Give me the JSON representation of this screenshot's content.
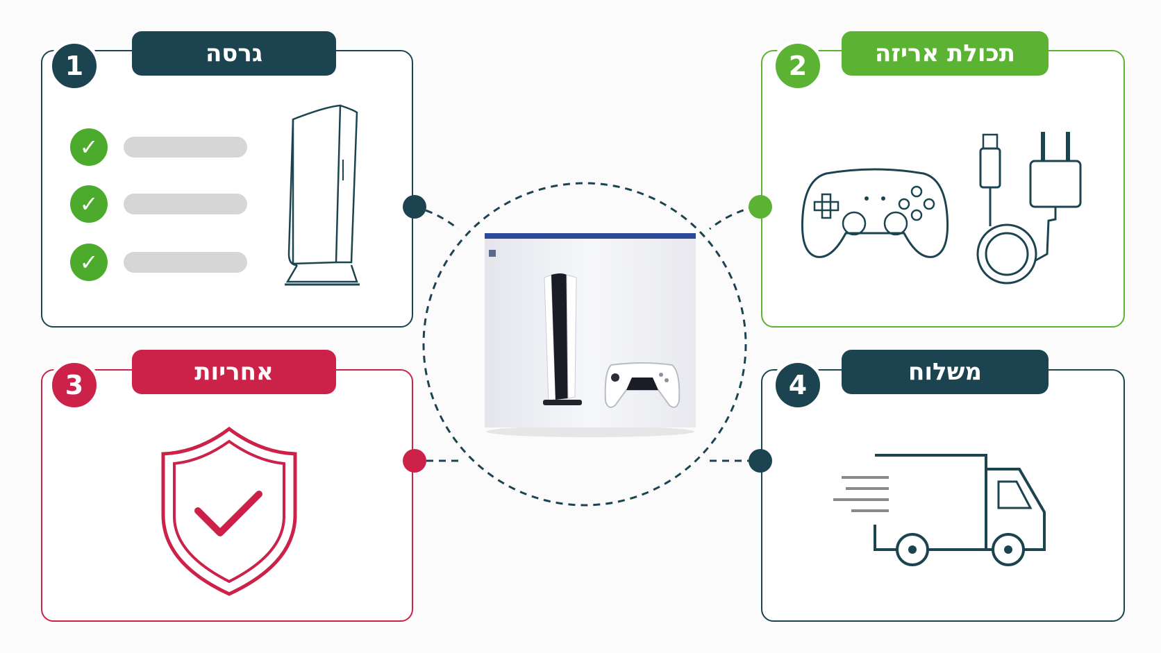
{
  "colors": {
    "dark": "#1c4450",
    "green": "#5bb233",
    "red": "#cc2249",
    "check_green": "#4caa2c"
  },
  "sections": [
    {
      "number": "1",
      "title": "גרסה",
      "color": "dark",
      "icon": "console-icon"
    },
    {
      "number": "2",
      "title": "תכולת אריזה",
      "color": "green",
      "icon": "controller-and-charger-icon"
    },
    {
      "number": "3",
      "title": "אחריות",
      "color": "red",
      "icon": "shield-check-icon"
    },
    {
      "number": "4",
      "title": "משלוח",
      "color": "dark",
      "icon": "delivery-truck-icon"
    }
  ],
  "center": {
    "image": "console-box-image"
  },
  "checklist": [
    "check-icon",
    "check-icon",
    "check-icon"
  ]
}
